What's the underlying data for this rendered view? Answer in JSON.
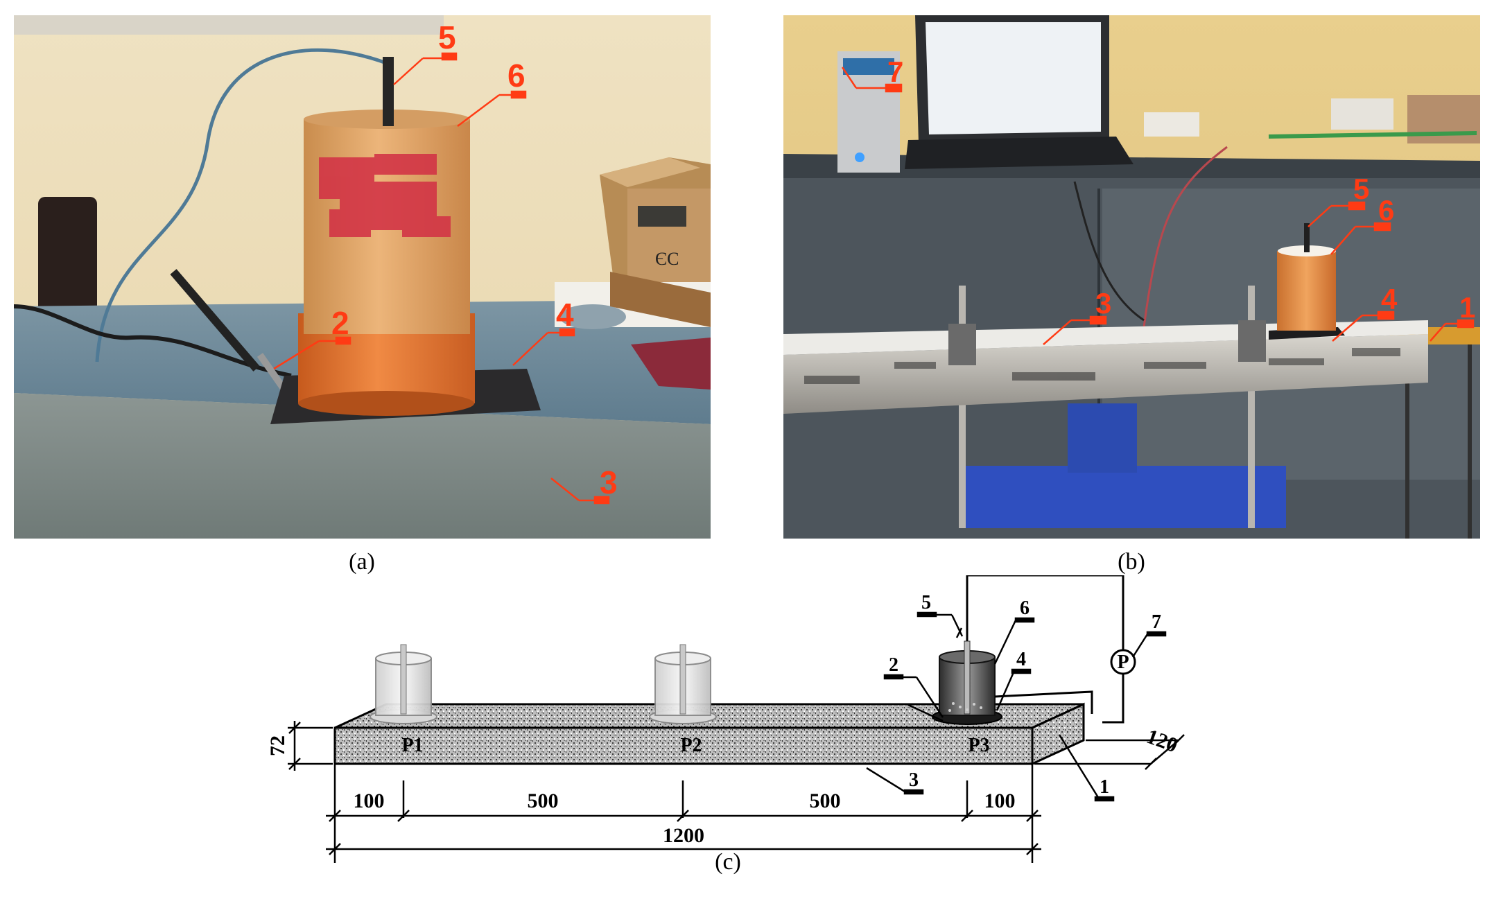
{
  "captions": {
    "a": "(a)",
    "b": "(b)",
    "c": "(c)"
  },
  "panel_a": {
    "labels": {
      "l5": "5",
      "l6": "6",
      "l2": "2",
      "l4": "4",
      "l3": "3"
    },
    "box_text": "ЄС"
  },
  "panel_b": {
    "labels": {
      "l7": "7",
      "l3": "3",
      "l5": "5",
      "l6": "6",
      "l4": "4",
      "l1": "1"
    }
  },
  "panel_c": {
    "dimensions": {
      "d100a": "100",
      "d500a": "500",
      "d500b": "500",
      "d100b": "100",
      "d1200": "1200",
      "d72": "72",
      "d120": "120"
    },
    "points": {
      "p1": "P1",
      "p2": "P2",
      "p3": "P3"
    },
    "meter_symbol": "P",
    "labels": {
      "l1": "1",
      "l2": "2",
      "l3": "3",
      "l4": "4",
      "l5": "5",
      "l6": "6",
      "l7": "7"
    }
  }
}
